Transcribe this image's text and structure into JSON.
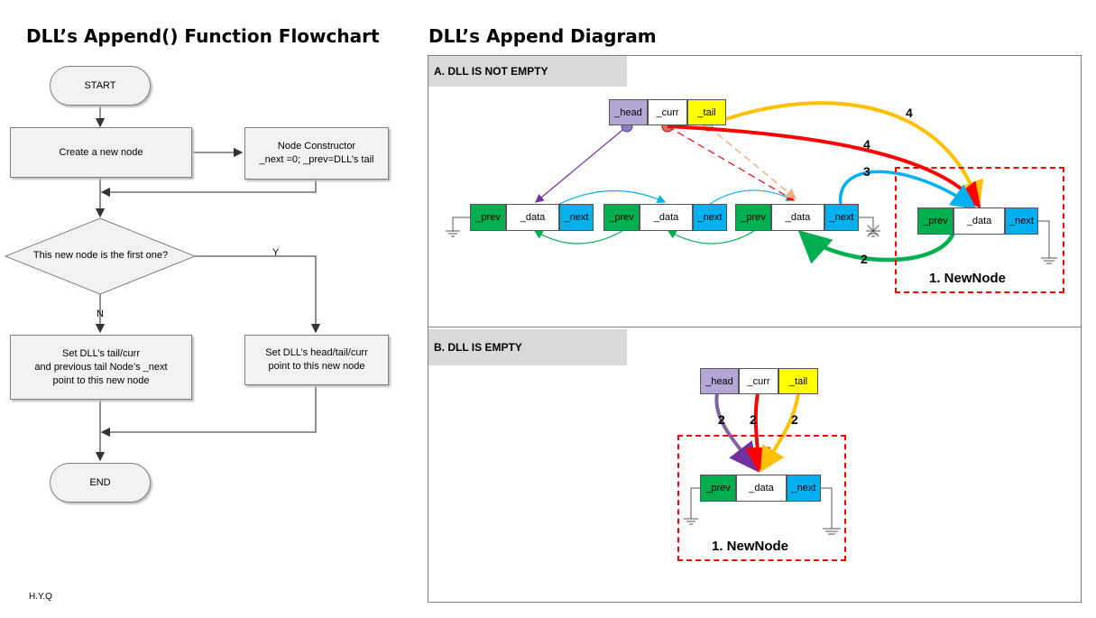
{
  "flowchart": {
    "title": "DLL’s Append() Function Flowchart",
    "start": "START",
    "create": "Create a new node",
    "constructor_line1": "Node Constructor",
    "constructor_line2": "_next =0; _prev=DLL’s tail",
    "decision": "This new node is the first one?",
    "yes": "Y",
    "no": "N",
    "set_tail_line1": "Set DLL’s tail/curr",
    "set_tail_line2": "and previous tail Node’s _next",
    "set_tail_line3": "point to this new node",
    "set_head_line1": "Set DLL’s head/tail/curr",
    "set_head_line2": "point to this new node",
    "end": "END",
    "author": "H.Y.Q"
  },
  "diagram": {
    "title": "DLL’s Append Diagram",
    "section_a": "A. DLL IS NOT EMPTY",
    "section_b": "B. DLL IS EMPTY",
    "head": "_head",
    "curr": "_curr",
    "tail": "_tail",
    "prev": "_prev",
    "data": "_data",
    "next": "_next",
    "new_node": "1.  NewNode",
    "step_2": "2",
    "step_3": "3",
    "step_4": "4",
    "colors": {
      "head": "#b4a7d6",
      "tail": "#ffff00",
      "prev": "#00b050",
      "next": "#00b0f0",
      "red": "#ff0000",
      "orange": "#ffc000",
      "purple": "#7030a0"
    }
  }
}
